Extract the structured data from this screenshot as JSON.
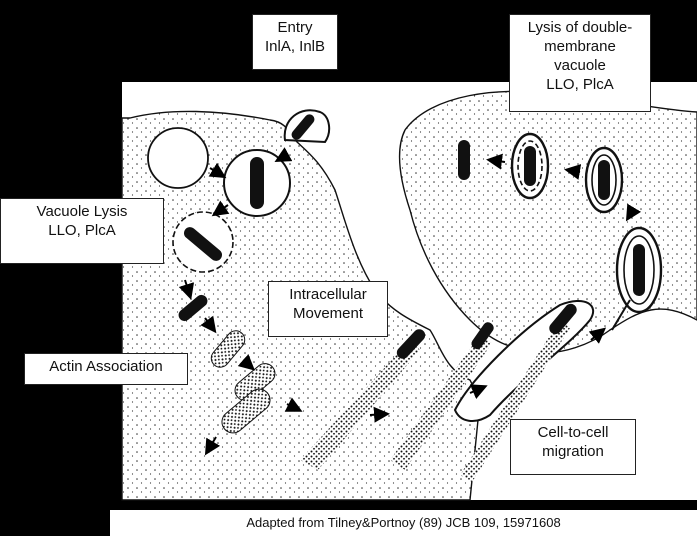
{
  "labels": {
    "entry": [
      "Entry",
      "InlA, InlB"
    ],
    "lysis_double": [
      "Lysis of double-",
      "membrane",
      "vacuole",
      "LLO, PlcA"
    ],
    "vacuole_lysis": [
      "Vacuole Lysis",
      "LLO, PlcA"
    ],
    "intracellular": [
      "Intracellular",
      "Movement"
    ],
    "actin": [
      "Actin Association"
    ],
    "cell_to_cell": [
      "Cell-to-cell",
      "migration"
    ]
  },
  "caption": "Adapted from Tilney&Portnoy (89) JCB 109, 15971608",
  "colors": {
    "frame": "#000000",
    "background": "#ffffff",
    "ink": "#111111"
  }
}
